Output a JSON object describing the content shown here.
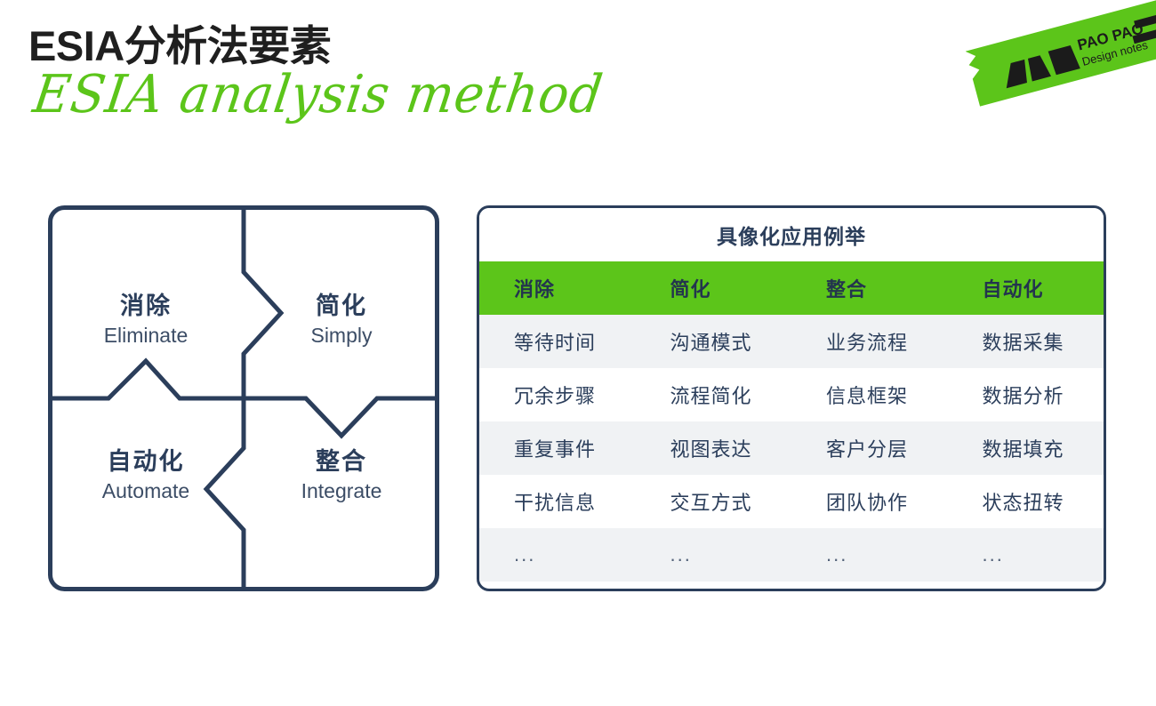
{
  "header": {
    "title_cn": "ESIA分析法要素",
    "title_en": "ESIA analysis method",
    "accent_green": "#5CC51A",
    "ink_navy": "#2B3E5B"
  },
  "logo": {
    "brand": "PAO PAO",
    "tagline": "Design notes",
    "tape_color": "#5CC51A",
    "mark_color": "#1B1B1B"
  },
  "quadrant": {
    "cells": [
      {
        "cn": "消除",
        "en": "Eliminate"
      },
      {
        "cn": "简化",
        "en": "Simply"
      },
      {
        "cn": "自动化",
        "en": "Automate"
      },
      {
        "cn": "整合",
        "en": "Integrate"
      }
    ]
  },
  "table": {
    "title": "具像化应用例举",
    "header_bg": "#5CC51A",
    "columns": [
      "消除",
      "简化",
      "整合",
      "自动化"
    ],
    "rows": [
      [
        "等待时间",
        "沟通模式",
        "业务流程",
        "数据采集"
      ],
      [
        "冗余步骤",
        "流程简化",
        "信息框架",
        "数据分析"
      ],
      [
        "重复事件",
        "视图表达",
        "客户分层",
        "数据填充"
      ],
      [
        "干扰信息",
        "交互方式",
        "团队协作",
        "状态扭转"
      ],
      [
        "...",
        "...",
        "...",
        "..."
      ]
    ]
  }
}
